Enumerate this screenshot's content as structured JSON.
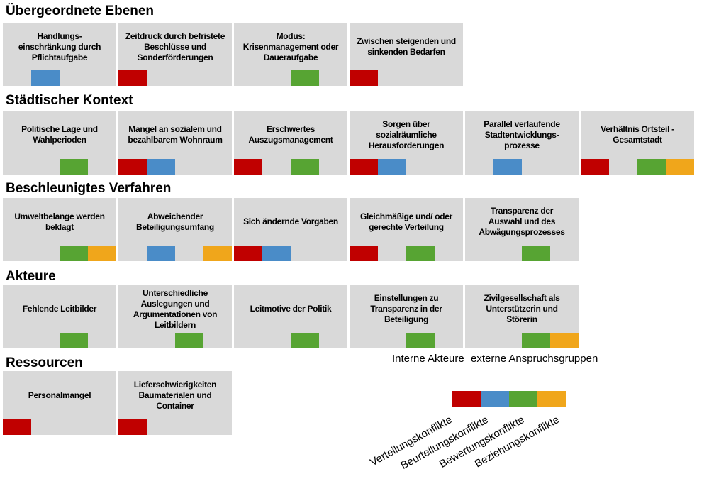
{
  "palette": {
    "red": "#C00000",
    "blue": "#4A8CC8",
    "green": "#57A433",
    "orange": "#F0A61B",
    "box_bg": "#D9D9D9"
  },
  "sections": [
    {
      "title": "Übergeordnete Ebenen",
      "boxes": [
        {
          "label": "Handlungs-\neinschränkung durch\nPflichtaufgabe",
          "markers": [
            {
              "slot": 1,
              "color": "blue"
            }
          ]
        },
        {
          "label": "Zeitdruck durch befristete\nBeschlüsse und\nSonderförderungen",
          "markers": [
            {
              "slot": 0,
              "color": "red"
            }
          ]
        },
        {
          "label": "Modus:\nKrisenmanagement oder\nDaueraufgabe",
          "markers": [
            {
              "slot": 2,
              "color": "green"
            }
          ]
        },
        {
          "label": "Zwischen steigenden und\nsinkenden Bedarfen",
          "markers": [
            {
              "slot": 0,
              "color": "red"
            }
          ]
        }
      ]
    },
    {
      "title": "Städtischer Kontext",
      "boxes": [
        {
          "label": "Politische Lage und\nWahlperioden",
          "markers": [
            {
              "slot": 2,
              "color": "green"
            }
          ]
        },
        {
          "label": "Mangel an sozialem und\nbezahlbarem Wohnraum",
          "markers": [
            {
              "slot": 0,
              "color": "red"
            },
            {
              "slot": 1,
              "color": "blue"
            }
          ]
        },
        {
          "label": "Erschwertes\nAuszugsmanagement",
          "markers": [
            {
              "slot": 0,
              "color": "red"
            },
            {
              "slot": 2,
              "color": "green"
            }
          ]
        },
        {
          "label": "Sorgen über\nsozialräumliche\nHerausforderungen",
          "markers": [
            {
              "slot": 0,
              "color": "red"
            },
            {
              "slot": 1,
              "color": "blue"
            }
          ]
        },
        {
          "label": "Parallel verlaufende\nStadtentwicklungs-\nprozesse",
          "markers": [
            {
              "slot": 1,
              "color": "blue"
            }
          ]
        },
        {
          "label": "Verhältnis Ortsteil -\nGesamtstadt",
          "markers": [
            {
              "slot": 0,
              "color": "red"
            },
            {
              "slot": 2,
              "color": "green"
            },
            {
              "slot": 3,
              "color": "orange"
            }
          ]
        }
      ]
    },
    {
      "title": "Beschleunigtes Verfahren",
      "boxes": [
        {
          "label": "Umweltbelange werden\nbeklagt",
          "markers": [
            {
              "slot": 2,
              "color": "green"
            },
            {
              "slot": 3,
              "color": "orange"
            }
          ]
        },
        {
          "label": "Abweichender\nBeteiligungsumfang",
          "markers": [
            {
              "slot": 1,
              "color": "blue"
            },
            {
              "slot": 3,
              "color": "orange"
            }
          ]
        },
        {
          "label": "Sich ändernde Vorgaben",
          "markers": [
            {
              "slot": 0,
              "color": "red"
            },
            {
              "slot": 1,
              "color": "blue"
            }
          ]
        },
        {
          "label": "Gleichmäßige und/ oder\ngerechte Verteilung",
          "markers": [
            {
              "slot": 0,
              "color": "red"
            },
            {
              "slot": 2,
              "color": "green"
            }
          ]
        },
        {
          "label": "Transparenz der\nAuswahl und des\nAbwägungsprozesses",
          "markers": [
            {
              "slot": 2,
              "color": "green"
            }
          ]
        }
      ]
    },
    {
      "title": "Akteure",
      "boxes": [
        {
          "label": "Fehlende Leitbilder",
          "markers": [
            {
              "slot": 2,
              "color": "green"
            }
          ]
        },
        {
          "label": "Unterschiedliche\nAuslegungen und\nArgumentationen von\nLeitbildern",
          "markers": [
            {
              "slot": 2,
              "color": "green"
            }
          ]
        },
        {
          "label": "Leitmotive der Politik",
          "markers": [
            {
              "slot": 2,
              "color": "green"
            }
          ]
        },
        {
          "label": "Einstellungen zu\nTransparenz in der\nBeteiligung",
          "markers": [
            {
              "slot": 2,
              "color": "green"
            }
          ]
        },
        {
          "label": "Zivilgesellschaft als\nUnterstützerin und\nStörerin",
          "markers": [
            {
              "slot": 2,
              "color": "green"
            },
            {
              "slot": 3,
              "color": "orange"
            }
          ]
        }
      ]
    },
    {
      "title": "Ressourcen",
      "boxes": [
        {
          "label": "Personalmangel",
          "markers": [
            {
              "slot": 0,
              "color": "red"
            }
          ]
        },
        {
          "label": "Lieferschwierigkeiten\nBaumaterialen und\nContainer",
          "markers": [
            {
              "slot": 0,
              "color": "red"
            }
          ]
        }
      ]
    }
  ],
  "captions": {
    "internal": "Interne Akteure",
    "external": "externe Anspruchsgruppen"
  },
  "legend": {
    "items": [
      {
        "label": "Verteilungskonflikte",
        "color": "red"
      },
      {
        "label": "Beurteilungskonflikte",
        "color": "blue"
      },
      {
        "label": "Bewertungskonflikte",
        "color": "green"
      },
      {
        "label": "Beziehungskonflikte",
        "color": "orange"
      }
    ]
  }
}
